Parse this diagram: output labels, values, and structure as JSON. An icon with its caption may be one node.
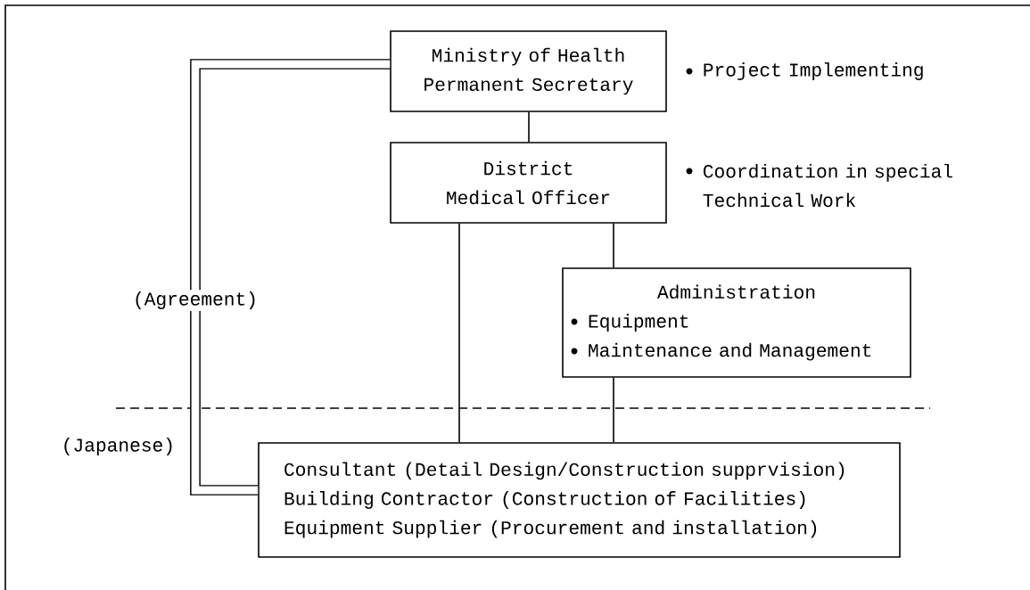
{
  "diagram": {
    "nodes": [
      {
        "text": [
          "Ministry of Health Permanent Secretary"
        ],
        "beside": [
          "Project Implementing"
        ]
      },
      {
        "text": [
          "District Medical Officer"
        ],
        "beside": [
          "Coordination in special Technical Work"
        ]
      },
      {
        "text": [
          "Administration",
          "Equipment",
          "Maintenance and Management"
        ]
      },
      {
        "text": [
          "Consultant (Detail Design/Construction supprvision)",
          "Building Contractor (Construction of Facilities)",
          "Equipment Supplier (Procurement and installation)"
        ]
      }
    ],
    "edges": [
      {
        "from": 0,
        "to": 1,
        "arrow": "none"
      },
      {
        "from": 1,
        "to": 3,
        "arrow": "none"
      },
      {
        "from": 1,
        "to": 2,
        "arrow": "none"
      },
      {
        "from": 2,
        "to": 3,
        "arrow": "none"
      },
      {
        "from": 0,
        "to": 3,
        "arrow": "none",
        "style": "thick",
        "label": "(Agreement)"
      }
    ],
    "labels": [
      "(Japanese)"
    ]
  }
}
